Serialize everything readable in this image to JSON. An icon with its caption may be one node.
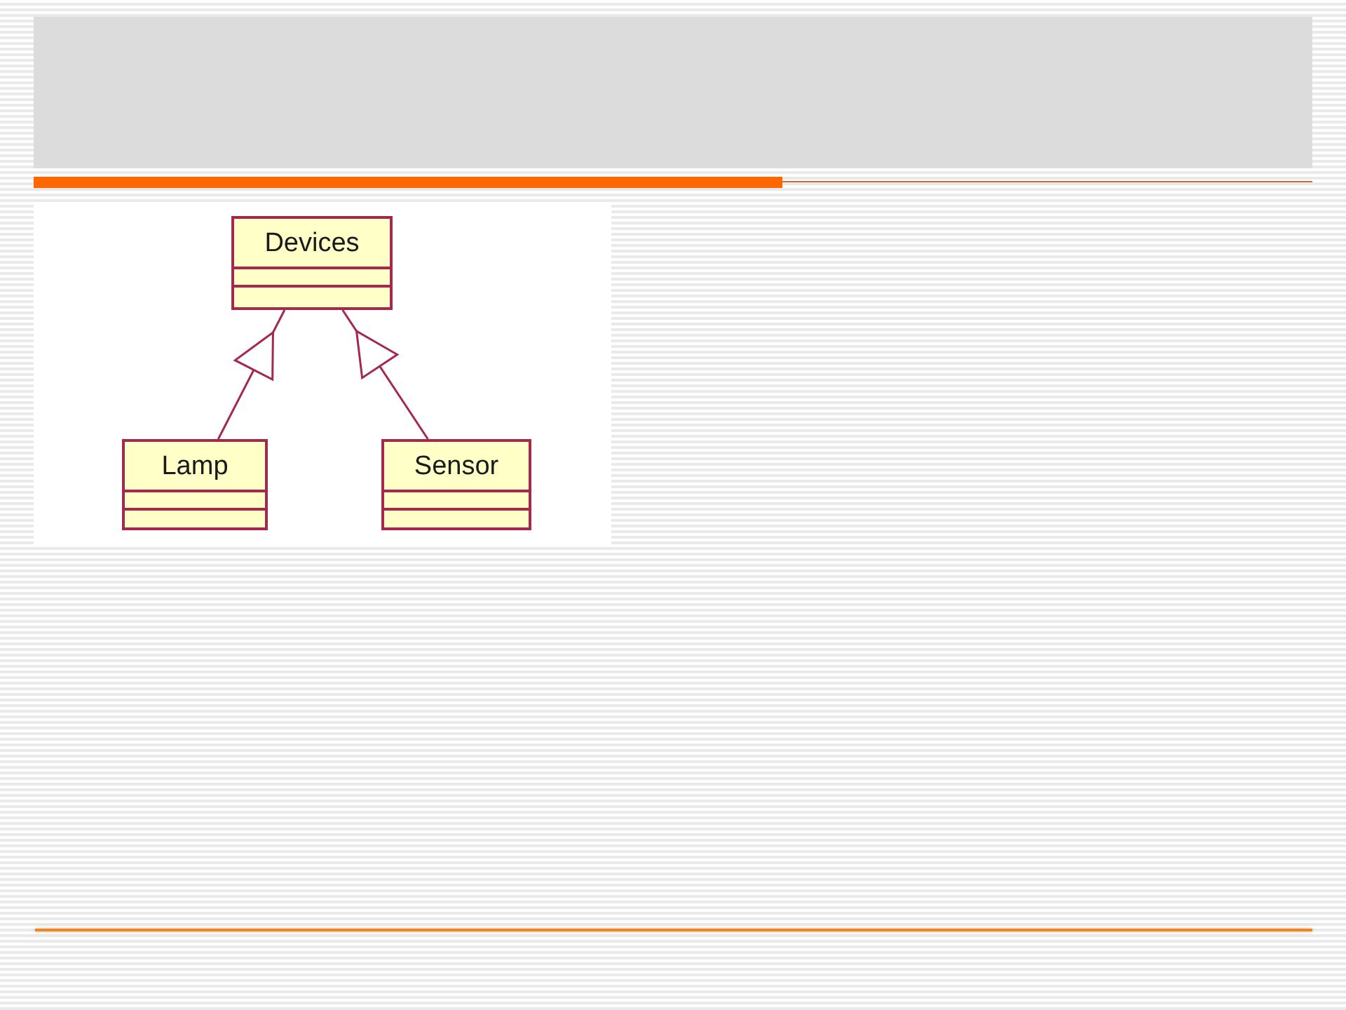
{
  "diagram": {
    "nodes": [
      {
        "text": [
          "Devices"
        ]
      },
      {
        "text": [
          "Lamp"
        ]
      },
      {
        "text": [
          "Sensor"
        ]
      }
    ],
    "edges": [
      {
        "from": 1,
        "to": 0,
        "arrow": "to"
      },
      {
        "from": 2,
        "to": 0,
        "arrow": "to"
      }
    ]
  }
}
